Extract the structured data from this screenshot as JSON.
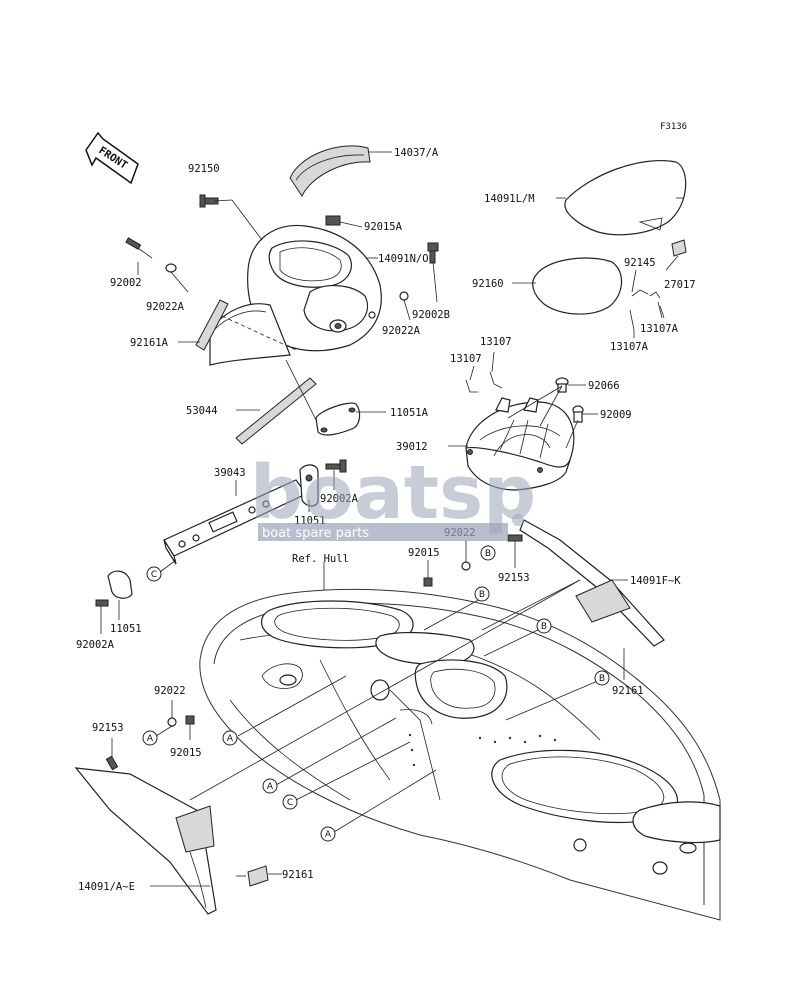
{
  "figure_code": "F3136",
  "front_marker": "FRONT",
  "ref_label": "Ref. Hull",
  "watermark": {
    "main": "boatsp",
    "tagline": "boat spare parts"
  },
  "callouts": {
    "c1": "A",
    "c2": "B",
    "c3": "C"
  },
  "parts": {
    "p14037A": "14037/A",
    "p92150": "92150",
    "p92015A": "92015A",
    "p14091NO": "14091N/O",
    "p92002": "92002",
    "p92002B": "92002B",
    "p92022A_1": "92022A",
    "p92022A_2": "92022A",
    "p92161A": "92161A",
    "p14091LM": "14091L/M",
    "p92145": "92145",
    "p27017": "27017",
    "p92160": "92160",
    "p13107A_1": "13107A",
    "p13107A_2": "13107A",
    "p13107_1": "13107",
    "p13107_2": "13107",
    "p92066": "92066",
    "p92009": "92009",
    "p39012": "39012",
    "p53044": "53044",
    "p11051A": "11051A",
    "p39043": "39043",
    "p92002A_1": "92002A",
    "p11051_1": "11051",
    "p92022_1": "92022",
    "p92015_1": "92015",
    "p92153_1": "92153",
    "p14091FK": "14091F~K",
    "p11051_2": "11051",
    "p92002A_2": "92002A",
    "p92161_1": "92161",
    "p92022_2": "92022",
    "p92153_2": "92153",
    "p92015_2": "92015",
    "p92161_2": "92161",
    "p14091AE": "14091/A~E"
  }
}
